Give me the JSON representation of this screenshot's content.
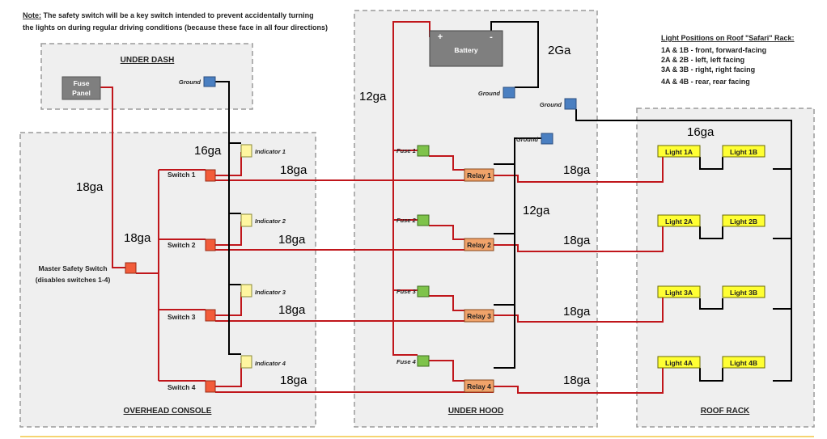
{
  "note": {
    "prefix": "Note:",
    "line1": "  The safety switch will be a key switch intended to prevent accidentally turning",
    "line2": "the lights on during regular driving conditions (because these face in all four directions)"
  },
  "zones": {
    "under_dash": "UNDER DASH",
    "overhead_console": "OVERHEAD CONSOLE",
    "under_hood": "UNDER HOOD",
    "roof_rack": "ROOF RACK"
  },
  "legend": {
    "title": "Light Positions on Roof \"Safari\" Rack:",
    "items": [
      "1A & 1B - front, forward-facing",
      "2A & 2B - left, left facing",
      "3A & 3B - right, right facing",
      "4A & 4B - rear, rear facing"
    ]
  },
  "components": {
    "fuse_panel": [
      "Fuse",
      "Panel"
    ],
    "battery": "Battery",
    "battery_plus": "+",
    "battery_minus": "-",
    "ground": "Ground",
    "master_switch": [
      "Master Safety Switch",
      "(disables switches 1-4)"
    ],
    "switches": [
      "Switch 1",
      "Switch 2",
      "Switch 3",
      "Switch 4"
    ],
    "indicators": [
      "Indicator 1",
      "Indicator 2",
      "Indicator 3",
      "Indicator 4"
    ],
    "fuses": [
      "Fuse 1",
      "Fuse 2",
      "Fuse 3",
      "Fuse 4"
    ],
    "relays": [
      "Relay 1",
      "Relay 2",
      "Relay 3",
      "Relay 4"
    ],
    "lights_a": [
      "Light 1A",
      "Light 2A",
      "Light 3A",
      "Light 4A"
    ],
    "lights_b": [
      "Light 1B",
      "Light 2B",
      "Light 3B",
      "Light 4B"
    ]
  },
  "gauges": {
    "dash_feed": "18ga",
    "master_feed": "18ga",
    "indicator_ground": "16ga",
    "switch_runs": [
      "18ga",
      "18ga",
      "18ga",
      "18ga"
    ],
    "battery_ground": "2Ga",
    "hood_feed": "12ga",
    "relay_ground": "12ga",
    "light_runs": [
      "18ga",
      "18ga",
      "18ga",
      "18ga"
    ],
    "roof_ground": "16ga"
  },
  "colors": {
    "power_wire": "#c0161b",
    "ground_wire": "#000000",
    "switch": "#f25c3a",
    "ground_block": "#4a7fc1",
    "fuse": "#7ec34a",
    "indicator": "#fff6a0",
    "relay": "#f0a36a",
    "light": "#ffff33",
    "battery": "#7f7f7f",
    "fuse_panel": "#7f7f7f"
  }
}
